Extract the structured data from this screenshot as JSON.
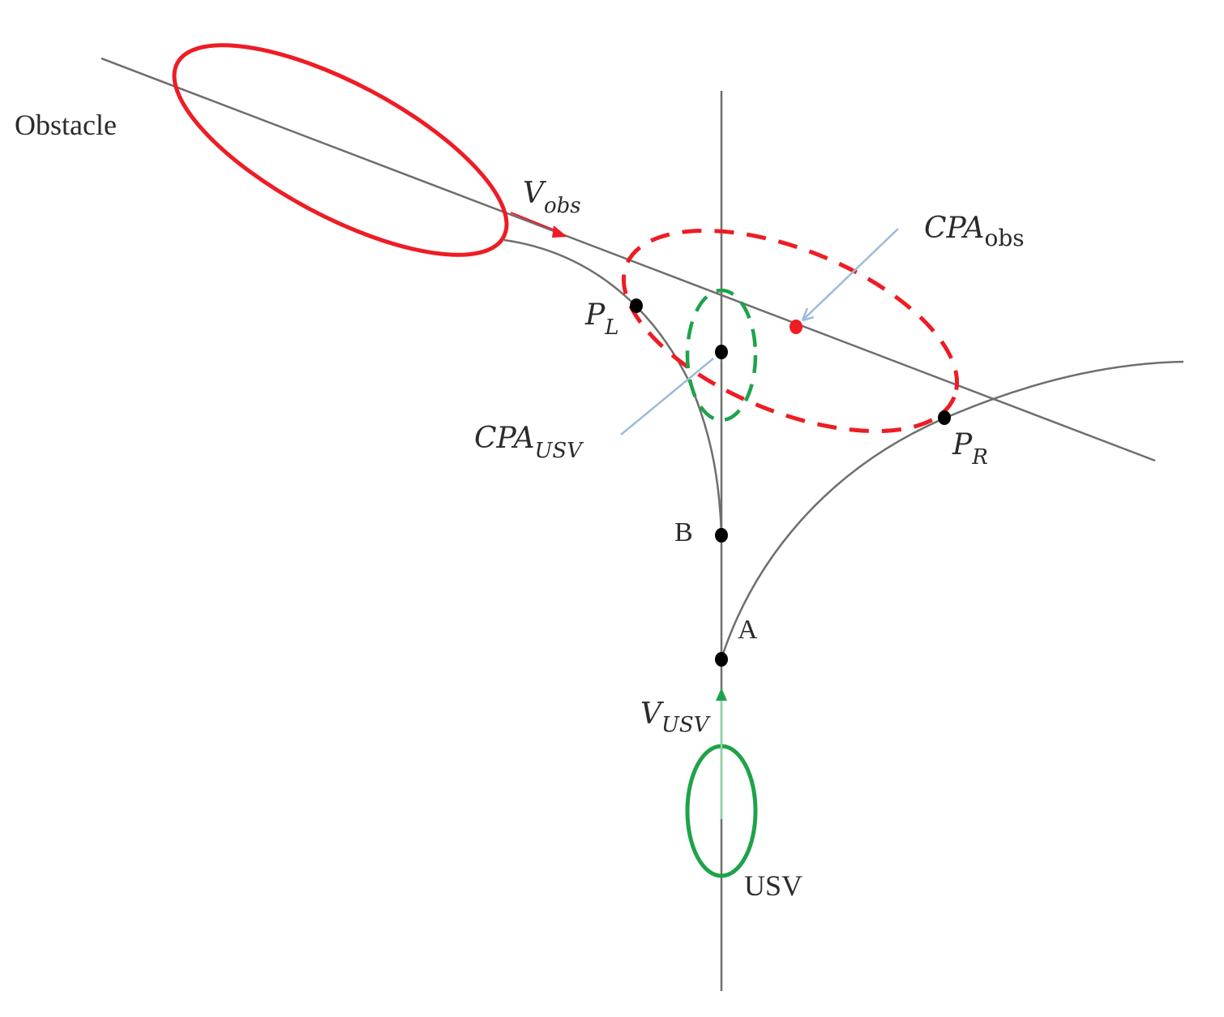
{
  "labels": {
    "obstacle": "Obstacle",
    "v_obs_main": "V",
    "v_obs_sub": "obs",
    "cpa_obs_main": "CPA",
    "cpa_obs_sub": "obs",
    "cpa_usv_main": "CPA",
    "cpa_usv_sub": "USV",
    "p_l_main": "P",
    "p_l_sub": "L",
    "p_r_main": "P",
    "p_r_sub": "R",
    "point_b": "B",
    "point_a": "A",
    "v_usv_main": "V",
    "v_usv_sub": "USV",
    "usv": "USV"
  },
  "colors": {
    "line": "#6e6e6e",
    "obstacle": "#ee1c24",
    "usv": "#1fa34a",
    "pointer": "#9dbbd9",
    "point": "#000000"
  }
}
